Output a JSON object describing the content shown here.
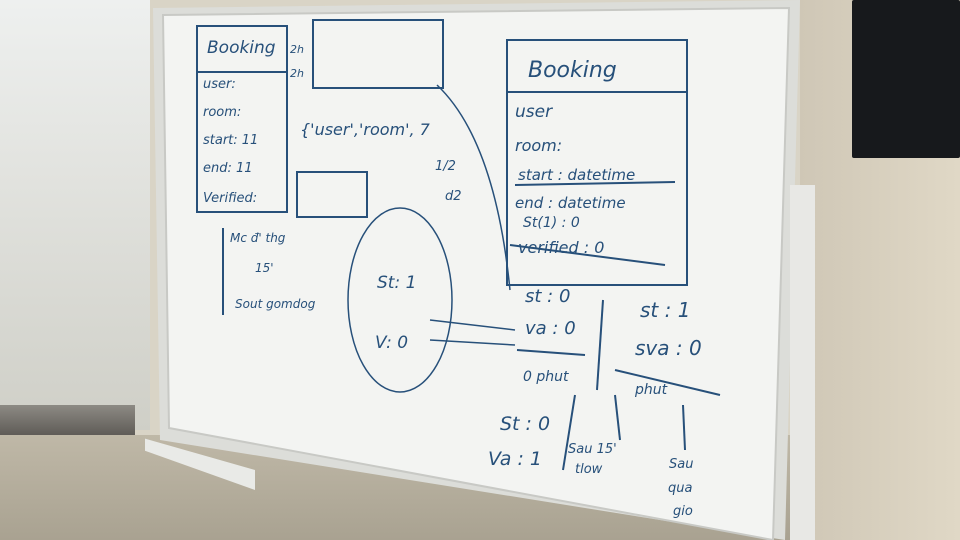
{
  "board": {
    "left_card": {
      "title": "Booking",
      "fields": [
        "user:",
        "room:",
        "start: 11",
        "end: 11",
        "Verified:"
      ],
      "notes": [
        "2h",
        "2h"
      ]
    },
    "middle": {
      "tuple_text": "{'user','room', 7",
      "fraction_top": "1/2",
      "fraction_bottom": "d2",
      "circle_st": "St: 1",
      "circle_v": "V: 0"
    },
    "side_note": [
      "Mc đ' thg",
      "15'",
      "Sout gomdog"
    ],
    "right_card": {
      "title": "Booking",
      "fields": [
        "user",
        "room:",
        "start : datetime",
        "end : datetime",
        "St(1) : 0",
        "verified : 0"
      ]
    },
    "states": {
      "left_state": [
        "st : 0",
        "va : 0"
      ],
      "right_state": [
        "st : 1",
        "sva : 0"
      ],
      "left_note": "0 phut",
      "right_note": "phut",
      "bottom_state": [
        "St : 0",
        "Va : 1"
      ],
      "bottom_note_1": [
        "Sau 15'",
        "tlow"
      ],
      "bottom_note_2": [
        "Sau",
        "qua",
        "gio"
      ]
    }
  },
  "colors": {
    "ink": "#27507a",
    "board": "#f3f4f2",
    "frame": "#d7d8d4"
  }
}
